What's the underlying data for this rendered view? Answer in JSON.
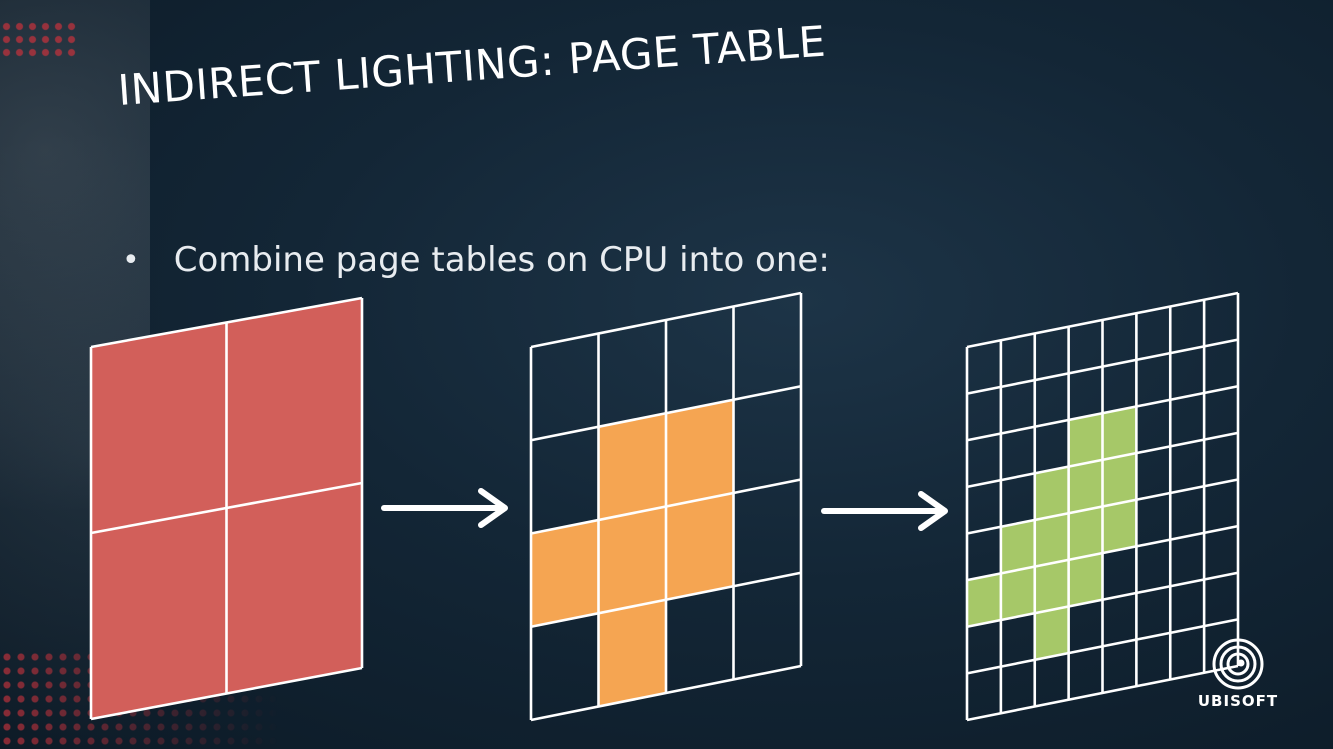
{
  "slide": {
    "title": "INDIRECT LIGHTING: PAGE TABLE",
    "bullet": "Combine page tables on CPU into one:",
    "logo_text": "UBISOFT"
  },
  "colors": {
    "red": "#d25f5a",
    "orange": "#f5a552",
    "green": "#a6c868",
    "grid_line": "#ffffff"
  },
  "diagram": {
    "grids": [
      {
        "name": "page-table-2x2",
        "cols": 2,
        "rows": 2,
        "fill_color": "red",
        "filled_cells": [
          [
            0,
            0
          ],
          [
            1,
            0
          ],
          [
            0,
            1
          ],
          [
            1,
            1
          ]
        ]
      },
      {
        "name": "page-table-4x4",
        "cols": 4,
        "rows": 4,
        "fill_color": "orange",
        "filled_cells": [
          [
            1,
            1
          ],
          [
            2,
            1
          ],
          [
            0,
            2
          ],
          [
            1,
            2
          ],
          [
            2,
            2
          ],
          [
            1,
            3
          ]
        ]
      },
      {
        "name": "page-table-8x8",
        "cols": 8,
        "rows": 8,
        "fill_color": "green",
        "filled_cells": [
          [
            3,
            2
          ],
          [
            4,
            2
          ],
          [
            2,
            3
          ],
          [
            3,
            3
          ],
          [
            4,
            3
          ],
          [
            1,
            4
          ],
          [
            2,
            4
          ],
          [
            3,
            4
          ],
          [
            4,
            4
          ],
          [
            0,
            5
          ],
          [
            1,
            5
          ],
          [
            2,
            5
          ],
          [
            3,
            5
          ],
          [
            2,
            6
          ]
        ]
      }
    ],
    "arrows": [
      {
        "name": "arrow-1",
        "direction": "right"
      },
      {
        "name": "arrow-2",
        "direction": "right"
      }
    ]
  }
}
